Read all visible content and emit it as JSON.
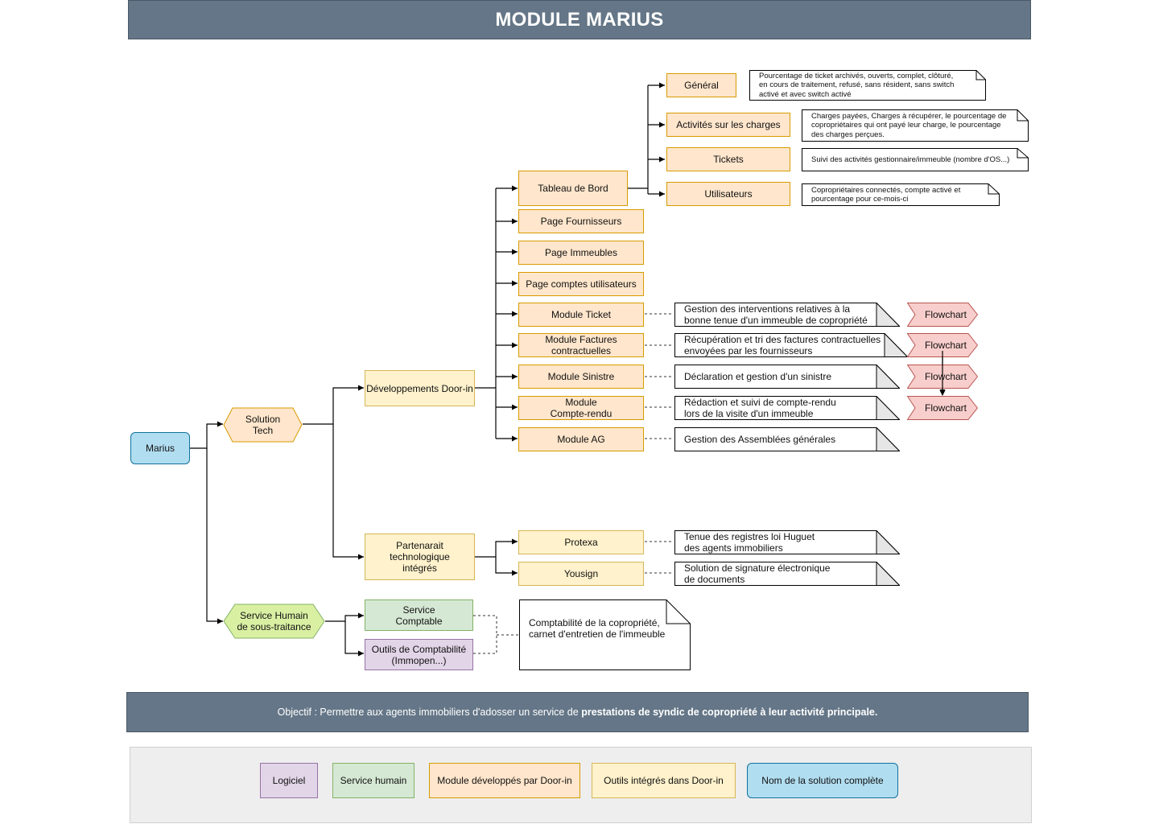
{
  "title": "MODULE MARIUS",
  "root": "Marius",
  "solution_tech": "Solution\nTech",
  "service_humain": "Service Humain\nde sous-traitance",
  "dev_door_in": "Développements Door-in",
  "partenariat": "Partenarait\ntechnologique\nintégrés",
  "service_comptable": "Service\nComptable",
  "outils_comptabilite": "Outils de Comptabilité\n(Immopen...)",
  "modules": {
    "tableau": "Tableau de Bord",
    "fournisseurs": "Page Fournisseurs",
    "immeubles": "Page Immeubles",
    "comptes": "Page comptes utilisateurs",
    "ticket": "Module Ticket",
    "factures": "Module Factures\ncontractuelles",
    "sinistre": "Module Sinistre",
    "compte_rendu": "Module\nCompte-rendu",
    "ag": "Module AG"
  },
  "tableau_children": {
    "general": "Général",
    "charges": "Activités sur les charges",
    "tickets": "Tickets",
    "utilisateurs": "Utilisateurs"
  },
  "tableau_notes": {
    "general": "Pourcentage de ticket archivés, ouverts, complet, clôturé,\nen cours de traitement, refusé, sans résident, sans switch\nactivé et avec switch activé",
    "charges": "Charges payées, Charges à récupérer, le pourcentage de\ncopropriétaires qui ont payé leur charge, le pourcentage\ndes charges perçues.",
    "tickets": "Suivi des activités gestionnaire/immeuble (nombre d'OS...)",
    "utilisateurs": "Copropriétaires connectés, compte activé et\npourcentage pour ce-mois-ci"
  },
  "module_notes": {
    "ticket": "Gestion des interventions relatives à la\nbonne tenue d'un immeuble de copropriété",
    "factures": "Récupération et tri des factures contractuelles\nenvoyées par les fournisseurs",
    "sinistre": "Déclaration et gestion d'un sinistre",
    "compte_rendu": "Rédaction et suivi de compte-rendu\nlors de la visite d'un immeuble",
    "ag": "Gestion des Assemblées générales"
  },
  "flowchart_label": "Flowchart",
  "partners": {
    "protexa": "Protexa",
    "yousign": "Yousign"
  },
  "partner_notes": {
    "protexa": "Tenue des registres loi Huguet\ndes agents immobiliers",
    "yousign": "Solution de signature électronique\nde documents"
  },
  "compta_note": "Comptabilité de la copropriété,\ncarnet d'entretien de l'immeuble",
  "objective_prefix": "Objectif : Permettre aux agents immobiliers d'adosser un service de ",
  "objective_bold": "prestations de syndic de copropriété à leur activité principale.",
  "legend": {
    "logiciel": "Logiciel",
    "service_humain": "Service humain",
    "module_door_in": "Module développés par Door-in",
    "outils_door_in": "Outils intégrés dans Door-in",
    "solution_complete": "Nom de la solution complète"
  },
  "colors": {
    "banner": "#647687",
    "orange_fill": "#ffe6cc",
    "orange_stroke": "#d79b00",
    "yellow_fill": "#fff2cc",
    "yellow_stroke": "#d6b656",
    "green_fill": "#d5e8d4",
    "green_stroke": "#82b366",
    "purple_fill": "#e1d5e7",
    "purple_stroke": "#9673a6",
    "blue_fill": "#b1ddf0",
    "blue_stroke": "#10739e",
    "flowchart_fill": "#f8cecc",
    "flowchart_stroke": "#b85450"
  }
}
